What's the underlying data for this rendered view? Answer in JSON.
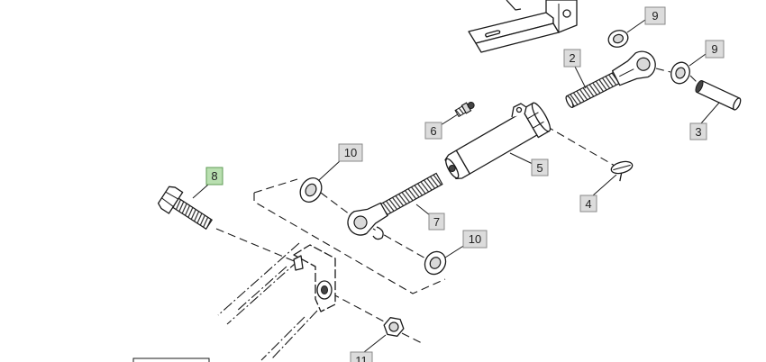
{
  "diagram": {
    "callouts": [
      {
        "label": "9"
      },
      {
        "label": "9"
      },
      {
        "label": "2"
      },
      {
        "label": "3"
      },
      {
        "label": "6"
      },
      {
        "label": "5"
      },
      {
        "label": "4"
      },
      {
        "label": "10"
      },
      {
        "label": "8",
        "highlighted": true
      },
      {
        "label": "7"
      },
      {
        "label": "10"
      },
      {
        "label": "11"
      }
    ]
  },
  "colors": {
    "background": "#ffffff",
    "line": "#1a1a1a",
    "callout_bg": "#dcdcdc",
    "callout_highlight_bg": "#b9dfb0"
  }
}
